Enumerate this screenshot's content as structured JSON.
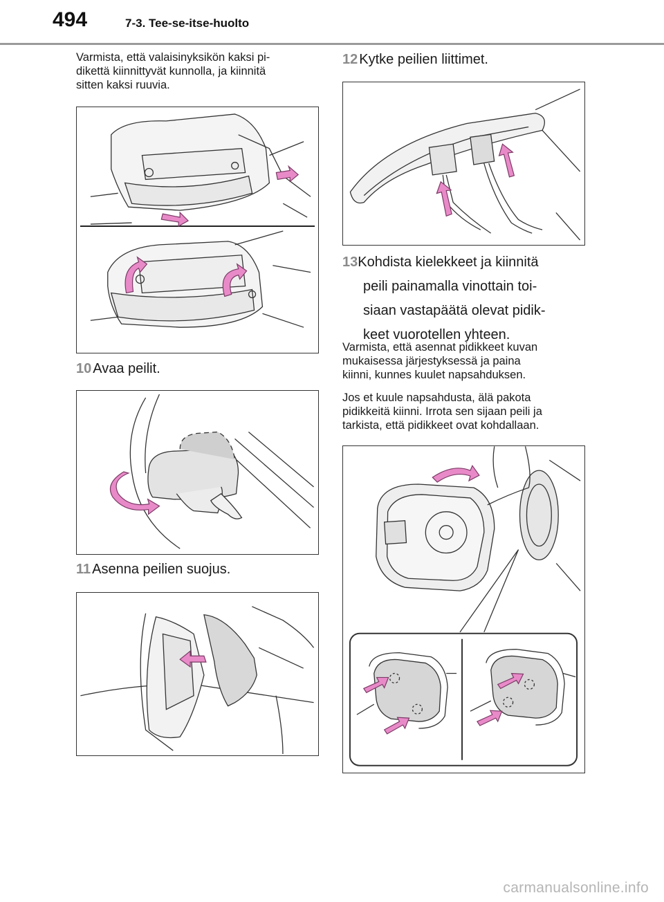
{
  "header": {
    "page_number": "494",
    "section": "7-3. Tee-se-itse-huolto"
  },
  "left": {
    "intro_lines": [
      "Varmista, että valaisinyksikön kaksi pi-",
      "dikettä kiinnittyvät kunnolla, ja kiinnitä",
      "sitten kaksi ruuvia."
    ],
    "step10": {
      "num": "10",
      "text": "Avaa peilit."
    },
    "step11": {
      "num": "11",
      "text": "Asenna peilien suojus."
    }
  },
  "right": {
    "step12": {
      "num": "12",
      "text": "Kytke peilien liittimet."
    },
    "step13": {
      "num": "13",
      "lines": [
        "Kohdista kielekkeet ja kiinnitä",
        "peili painamalla vinottain toi-",
        "siaan vastapäätä olevat pidik-",
        "keet vuorotellen yhteen."
      ]
    },
    "note1_lines": [
      "Varmista, että asennat pidikkeet kuvan",
      "mukaisessa järjestyksessä ja paina",
      "kiinni, kunnes kuulet napsahduksen."
    ],
    "note2_lines": [
      "Jos et kuule napsahdusta, älä pakota",
      "pidikkeitä kiinni. Irrota sen sijaan peili ja",
      "tarkista, että pidikkeet ovat kohdallaan."
    ]
  },
  "footer": {
    "watermark": "carmanualsonline.info"
  },
  "colors": {
    "arrow": "#e98ac8",
    "arrow_stroke": "#7a3a66",
    "step_number": "#8a8a8a",
    "rule": "#9a9a9a"
  }
}
